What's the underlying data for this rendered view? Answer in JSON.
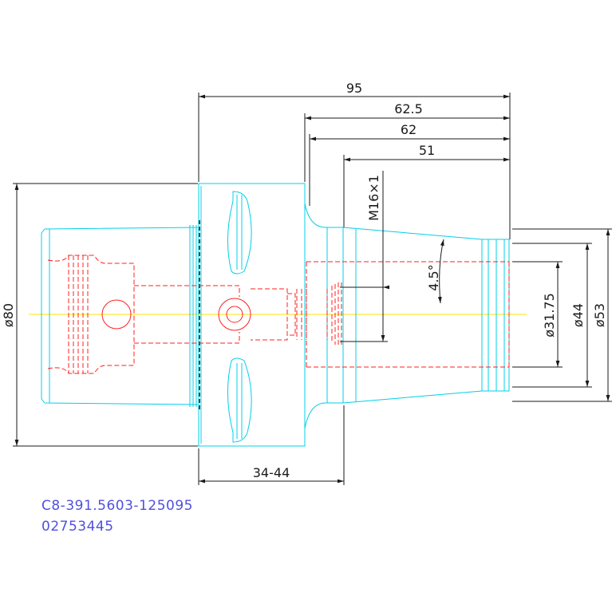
{
  "dimensions": {
    "overall_length": "95",
    "length_62_5": "62.5",
    "length_62": "62",
    "length_51": "51",
    "thread": "M16×1",
    "taper_angle": "4.5°",
    "diameter_flange": "ø80",
    "diameter_bore": "ø31.75",
    "diameter_44": "ø44",
    "diameter_53": "ø53",
    "length_range": "34-44"
  },
  "caption": {
    "part_number": "C8-391.5603-125095",
    "order_number": "02753445"
  },
  "colors": {
    "body_outline": "#00d0e8",
    "hidden_lines": "#ff2020",
    "dimension_lines": "#1a1a1a",
    "centerline": "#ffe000",
    "caption_text": "#5050e0"
  }
}
